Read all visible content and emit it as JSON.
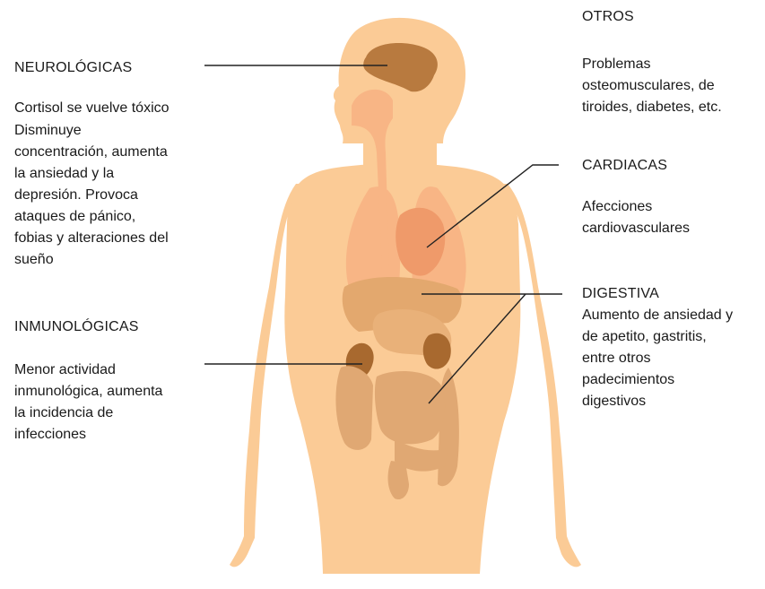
{
  "sections": {
    "neuro": {
      "title": "NEUROLÓGICAS",
      "lines": [
        "Cortisol se vuelve tóxico",
        "Disminuye",
        "concentración, aumenta",
        "la ansiedad y la",
        "depresión. Provoca",
        "ataques de pánico,",
        "fobias y alteraciones del",
        "sueño"
      ]
    },
    "inmuno": {
      "title": "INMUNOLÓGICAS",
      "lines": [
        "Menor actividad",
        "inmunológica, aumenta",
        "la incidencia de",
        "infecciones"
      ]
    },
    "otros": {
      "title": "OTROS",
      "lines": [
        "Problemas",
        "osteomusculares, de",
        "tiroides, diabetes, etc."
      ]
    },
    "cardiacas": {
      "title": "CARDIACAS",
      "lines": [
        "Afecciones",
        "cardiovasculares"
      ]
    },
    "digestiva": {
      "title": "DIGESTIVA",
      "lines": [
        "Aumento de ansiedad y",
        "de apetito, gastritis,",
        "entre otros",
        "padecimientos",
        "digestivos"
      ]
    }
  },
  "colors": {
    "body": "#fbcb96",
    "brain": "#b87a3f",
    "lungs": "#f8b585",
    "heart": "#ef9a6a",
    "stomach": "#e9b179",
    "liver": "#e3a86e",
    "kidney": "#a8692f",
    "intestine": "#e0a873",
    "line": "#222222"
  }
}
